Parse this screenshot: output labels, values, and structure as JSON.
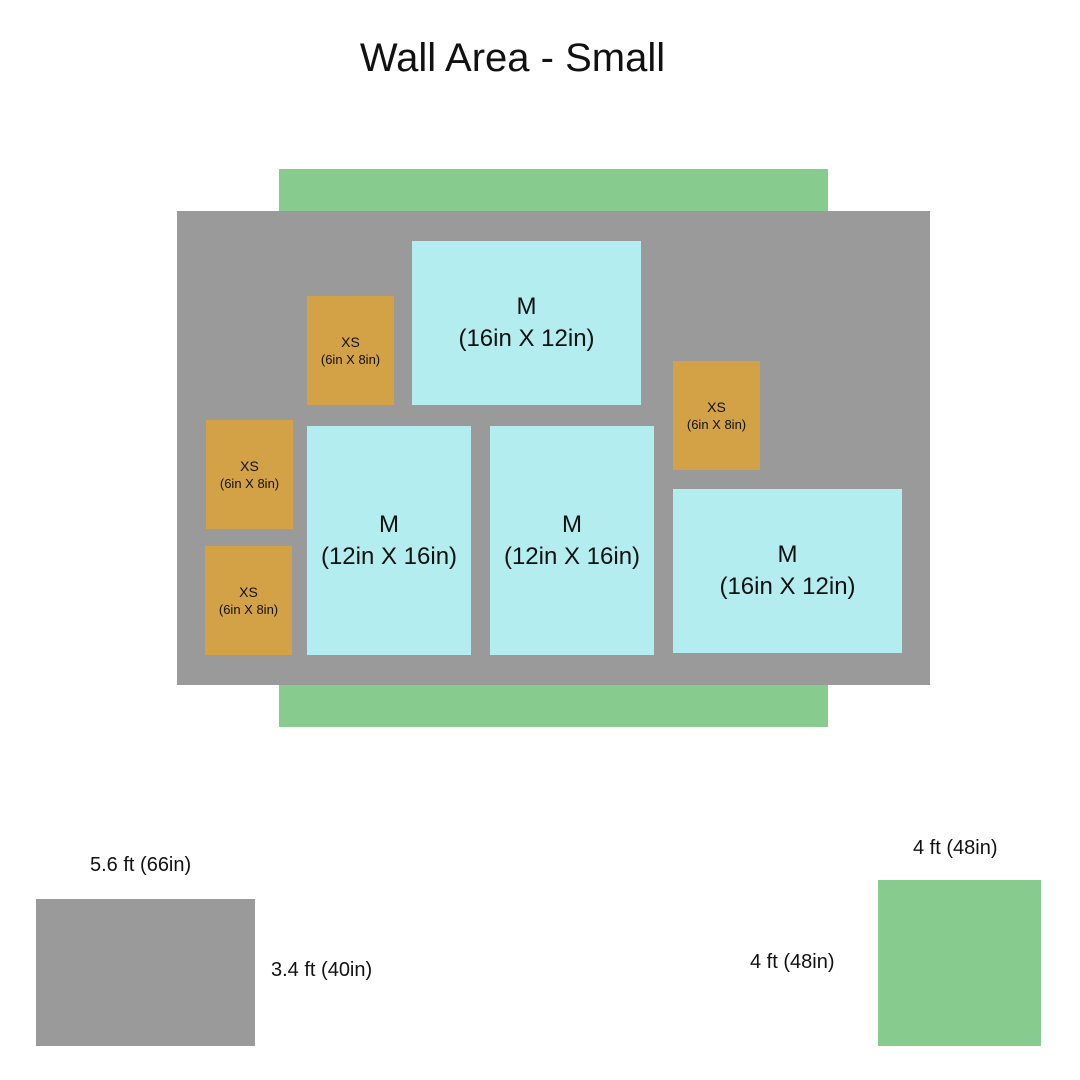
{
  "title": "Wall Area - Small",
  "colors": {
    "wall": "#9b9a9a",
    "furniture": "#87cb8e",
    "medium_frame": "#b3edef",
    "xs_frame": "#d3a247"
  },
  "frames": [
    {
      "size": "M",
      "dims": "(16in X 12in)"
    },
    {
      "size": "XS",
      "dims": "(6in X 8in)"
    },
    {
      "size": "XS",
      "dims": "(6in X 8in)"
    },
    {
      "size": "XS",
      "dims": "(6in X 8in)"
    },
    {
      "size": "M",
      "dims": "(12in X 16in)"
    },
    {
      "size": "M",
      "dims": "(12in X 16in)"
    },
    {
      "size": "XS",
      "dims": "(6in X 8in)"
    },
    {
      "size": "M",
      "dims": "(16in X 12in)"
    }
  ],
  "legend": {
    "wall_width": "5.6 ft (66in)",
    "wall_height": "3.4 ft (40in)",
    "square_width": "4 ft (48in)",
    "square_height": "4 ft (48in)"
  }
}
